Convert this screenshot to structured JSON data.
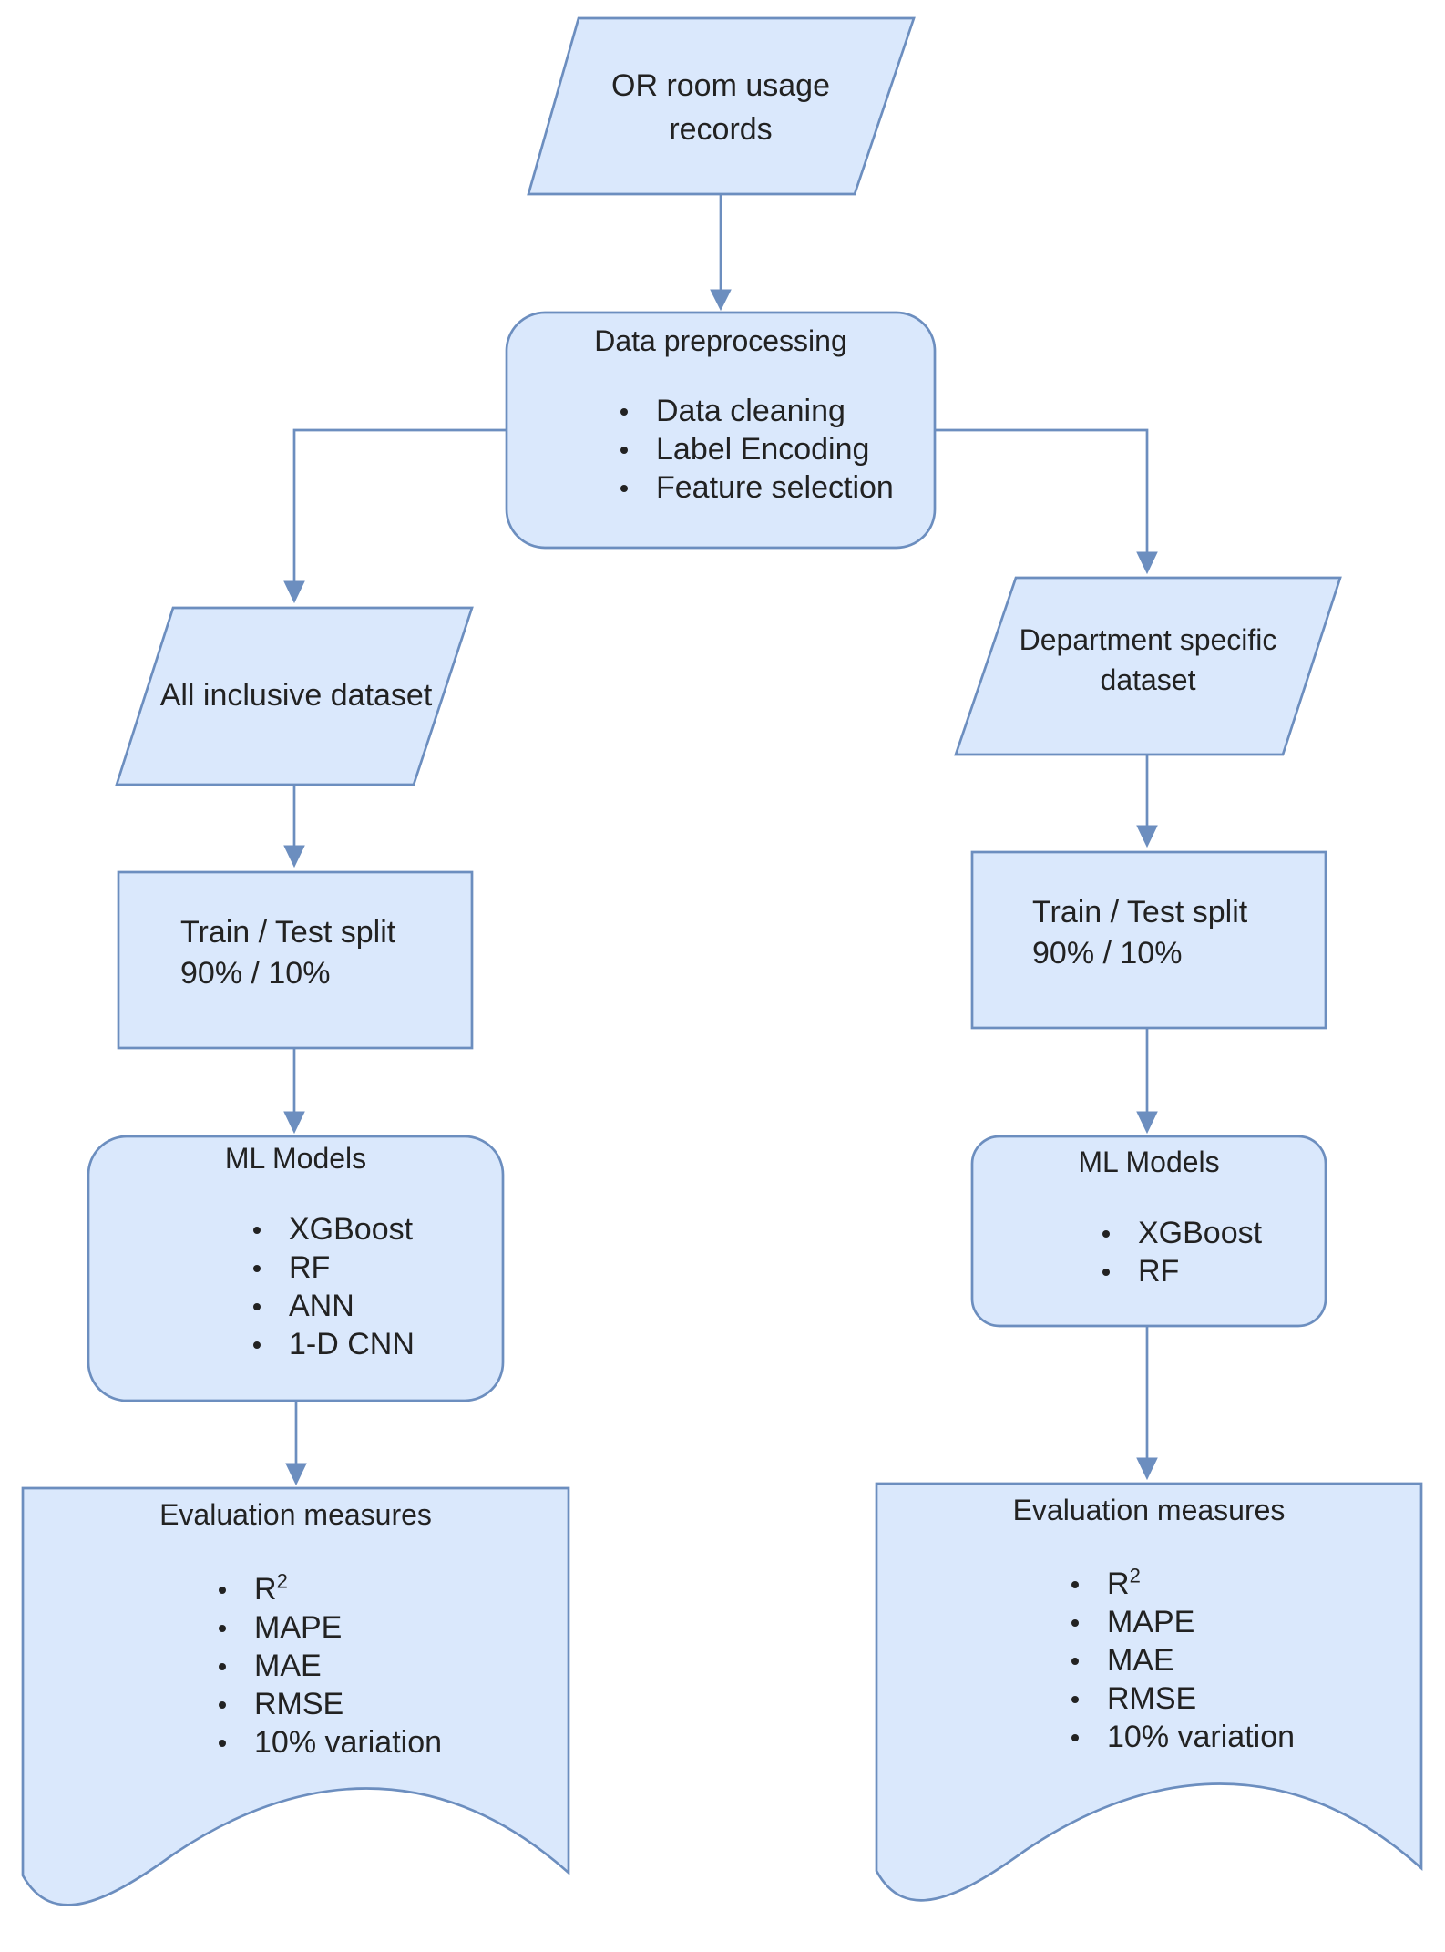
{
  "colors": {
    "fill": "#dae8fc",
    "stroke": "#6c8ebf"
  },
  "nodes": {
    "or_records": {
      "label": "OR room usage records"
    },
    "preprocessing": {
      "title": "Data preprocessing",
      "items": [
        "Data cleaning",
        "Label Encoding",
        "Feature selection"
      ]
    },
    "all_dataset": {
      "label": "All inclusive dataset"
    },
    "dept_dataset": {
      "label": "Department specific dataset"
    },
    "split_left": {
      "line1": "Train / Test split",
      "line2": "90% / 10%"
    },
    "split_right": {
      "line1": "Train / Test split",
      "line2": "90% / 10%"
    },
    "models_left": {
      "title": "ML Models",
      "items": [
        "XGBoost",
        "RF",
        "ANN",
        "1-D CNN"
      ]
    },
    "models_right": {
      "title": "ML Models",
      "items": [
        "XGBoost",
        "RF"
      ]
    },
    "eval_left": {
      "title": "Evaluation measures",
      "r_base": "R",
      "r_sup": "2",
      "items": [
        "MAPE",
        "MAE",
        "RMSE",
        "10% variation"
      ]
    },
    "eval_right": {
      "title": "Evaluation measures",
      "r_base": "R",
      "r_sup": "2",
      "items": [
        "MAPE",
        "MAE",
        "RMSE",
        "10% variation"
      ]
    }
  }
}
